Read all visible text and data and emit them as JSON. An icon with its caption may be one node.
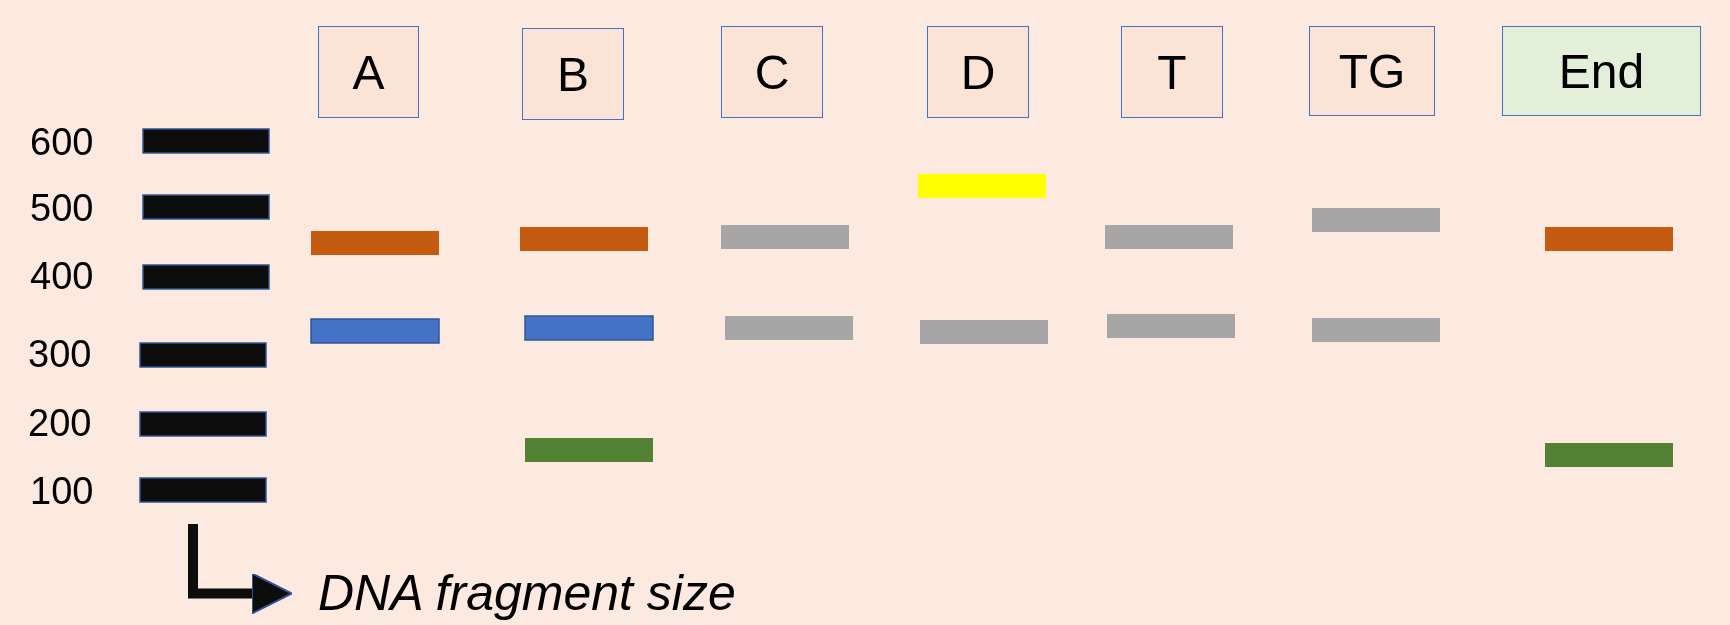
{
  "diagram": {
    "nodes": [
      {
        "text": [
          "A"
        ]
      },
      {
        "text": [
          "B"
        ]
      },
      {
        "text": [
          "C"
        ]
      },
      {
        "text": [
          "D"
        ]
      },
      {
        "text": [
          "T"
        ]
      },
      {
        "text": [
          "TG"
        ]
      },
      {
        "text": [
          "End"
        ]
      },
      {
        "text": [
          "DNA fragment size"
        ]
      }
    ],
    "edges": [
      {
        "from": null,
        "to": 7,
        "arrow": "to"
      }
    ],
    "labels": [
      "600",
      "500",
      "400",
      "300",
      "200",
      "100"
    ]
  }
}
